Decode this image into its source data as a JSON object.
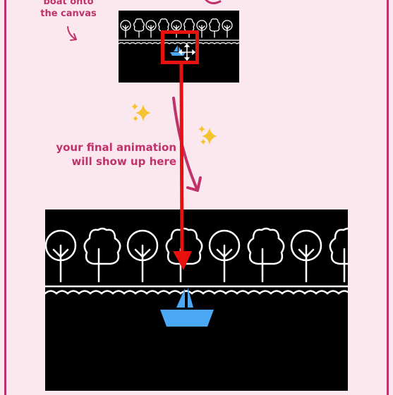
{
  "hints": {
    "top_line1": "boat onto",
    "top_line2": "the canvas",
    "middle_line1": "your final animation",
    "middle_line2": "will show up here"
  },
  "colors": {
    "background": "#fbe8ee",
    "accent": "#c0336a",
    "boat": "#4aa8f5",
    "drag_indicator": "#e8110e",
    "sparkle": "#f4c430"
  },
  "icons": [
    "sparkle-icon",
    "curved-arrow-icon",
    "move-cursor-icon",
    "tree-icon",
    "boat-icon"
  ]
}
